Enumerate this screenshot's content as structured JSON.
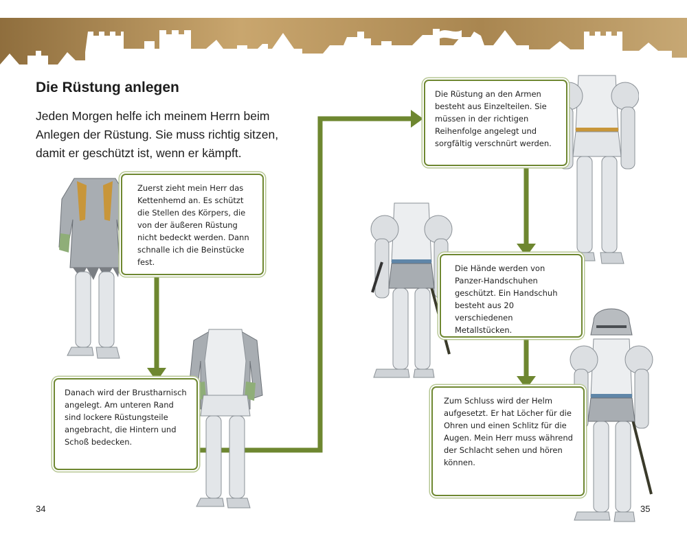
{
  "page": {
    "title": "Die Rüstung anlegen",
    "intro": "Jeden Morgen helfe ich meinem Herrn beim Anlegen der Rüstung. Sie muss richtig sitzen, damit er geschützt ist, wenn er kämpft.",
    "page_left": "34",
    "page_right": "35"
  },
  "steps": [
    {
      "text": "Zuerst zieht mein Herr das Kettenhemd an. Es schützt die Stellen des Körpers, die von der äußeren Rüstung nicht bedeckt werden. Dann schnalle ich die Beinstücke fest."
    },
    {
      "text": "Danach wird der Brustharnisch angelegt. Am unteren Rand sind lockere Rüstungsteile angebracht, die Hintern und Schoß bedecken."
    },
    {
      "text": "Die Rüstung an den Armen besteht aus Einzelteilen. Sie müssen in der richtigen Reihenfolge angelegt und sorgfältig verschnürt werden."
    },
    {
      "text": "Die Hände werden von Panzer-Handschuhen geschützt. Ein Handschuh besteht aus 20 verschiedenen Metallstücken."
    },
    {
      "text": "Zum Schluss wird der Helm aufgesetzt. Er hat Löcher für die Ohren und einen Schlitz für die Augen. Mein Herr muss während der Schlacht sehen und hören können."
    }
  ],
  "colors": {
    "frame_green": "#6e8730",
    "banner_gold": "#b08a52",
    "armor_steel": "#dcdfe2",
    "chainmail": "#a8adb2"
  },
  "icons": [
    "castle-silhouette-banner",
    "knight-figure"
  ]
}
